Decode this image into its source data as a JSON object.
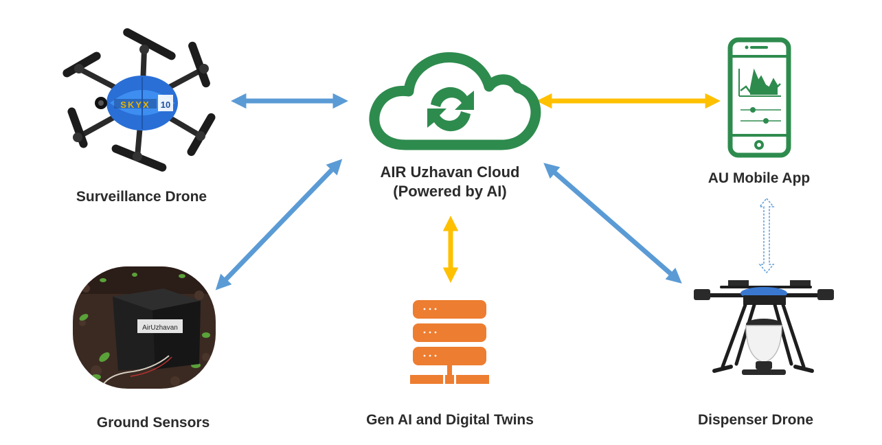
{
  "nodes": {
    "cloud": {
      "line1": "AIR Uzhavan Cloud",
      "line2": "(Powered by AI)",
      "icon": "cloud-sync-icon"
    },
    "surveillance_drone": {
      "label": "Surveillance Drone",
      "icon": "hexacopter-drone-image",
      "brand": "SKYX",
      "model": "10"
    },
    "mobile_app": {
      "label": "AU Mobile App",
      "icon": "smartphone-chart-icon"
    },
    "ground_sensors": {
      "label": "Ground Sensors",
      "icon": "soil-sensor-image",
      "device_text": "AirUzhavan"
    },
    "gen_ai": {
      "label": "Gen AI and Digital Twins",
      "icon": "server-stack-icon"
    },
    "dispenser_drone": {
      "label": "Dispenser Drone",
      "icon": "spray-drone-image"
    }
  },
  "colors": {
    "cloud_green": "#2e8b4e",
    "link_blue": "#5b9bd5",
    "link_yellow": "#ffc000",
    "server_orange": "#ed7d31",
    "dotted_link": "#5b9bd5"
  }
}
